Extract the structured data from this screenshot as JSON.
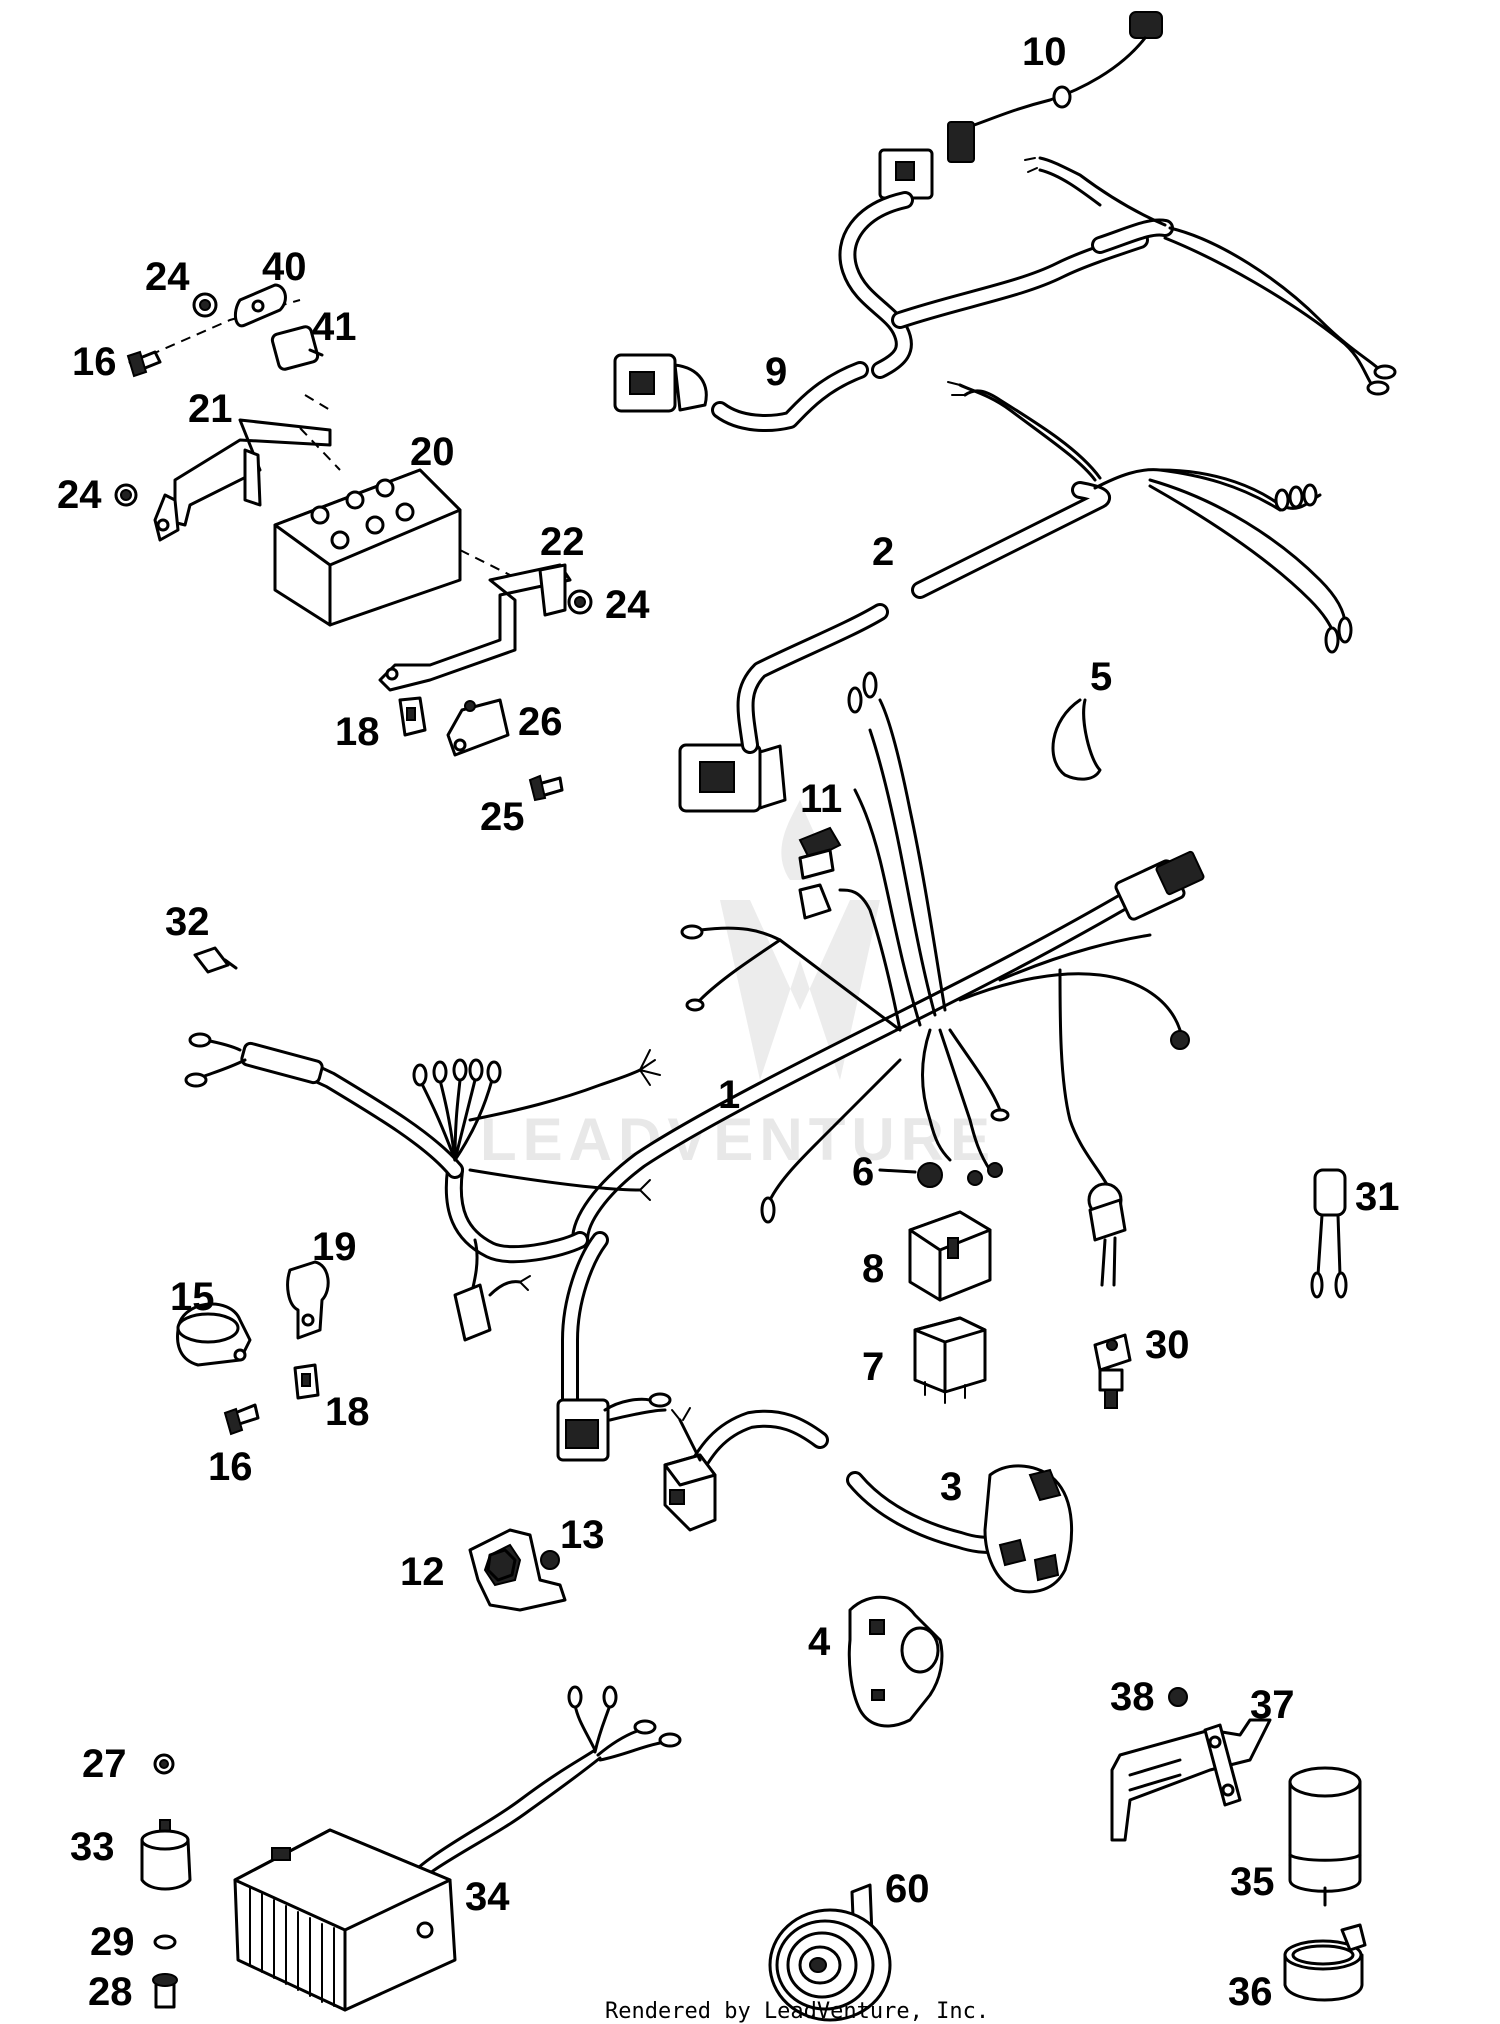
{
  "callouts": [
    {
      "id": "1",
      "text": "1"
    },
    {
      "id": "2",
      "text": "2"
    },
    {
      "id": "3",
      "text": "3"
    },
    {
      "id": "4",
      "text": "4"
    },
    {
      "id": "5",
      "text": "5"
    },
    {
      "id": "6",
      "text": "6"
    },
    {
      "id": "7",
      "text": "7"
    },
    {
      "id": "8",
      "text": "8"
    },
    {
      "id": "9",
      "text": "9"
    },
    {
      "id": "10",
      "text": "10"
    },
    {
      "id": "11",
      "text": "11"
    },
    {
      "id": "12",
      "text": "12"
    },
    {
      "id": "13",
      "text": "13"
    },
    {
      "id": "15",
      "text": "15"
    },
    {
      "id": "16a",
      "text": "16"
    },
    {
      "id": "16b",
      "text": "16"
    },
    {
      "id": "18a",
      "text": "18"
    },
    {
      "id": "18b",
      "text": "18"
    },
    {
      "id": "19",
      "text": "19"
    },
    {
      "id": "20",
      "text": "20"
    },
    {
      "id": "21",
      "text": "21"
    },
    {
      "id": "22",
      "text": "22"
    },
    {
      "id": "24a",
      "text": "24"
    },
    {
      "id": "24b",
      "text": "24"
    },
    {
      "id": "24c",
      "text": "24"
    },
    {
      "id": "25",
      "text": "25"
    },
    {
      "id": "26",
      "text": "26"
    },
    {
      "id": "27",
      "text": "27"
    },
    {
      "id": "28",
      "text": "28"
    },
    {
      "id": "29",
      "text": "29"
    },
    {
      "id": "30",
      "text": "30"
    },
    {
      "id": "31",
      "text": "31"
    },
    {
      "id": "32",
      "text": "32"
    },
    {
      "id": "33",
      "text": "33"
    },
    {
      "id": "34",
      "text": "34"
    },
    {
      "id": "35",
      "text": "35"
    },
    {
      "id": "36",
      "text": "36"
    },
    {
      "id": "37",
      "text": "37"
    },
    {
      "id": "38",
      "text": "38"
    },
    {
      "id": "40",
      "text": "40"
    },
    {
      "id": "41",
      "text": "41"
    },
    {
      "id": "60",
      "text": "60"
    }
  ],
  "watermark": "LEADVENTURE",
  "footer": "Rendered by LeadVenture, Inc."
}
